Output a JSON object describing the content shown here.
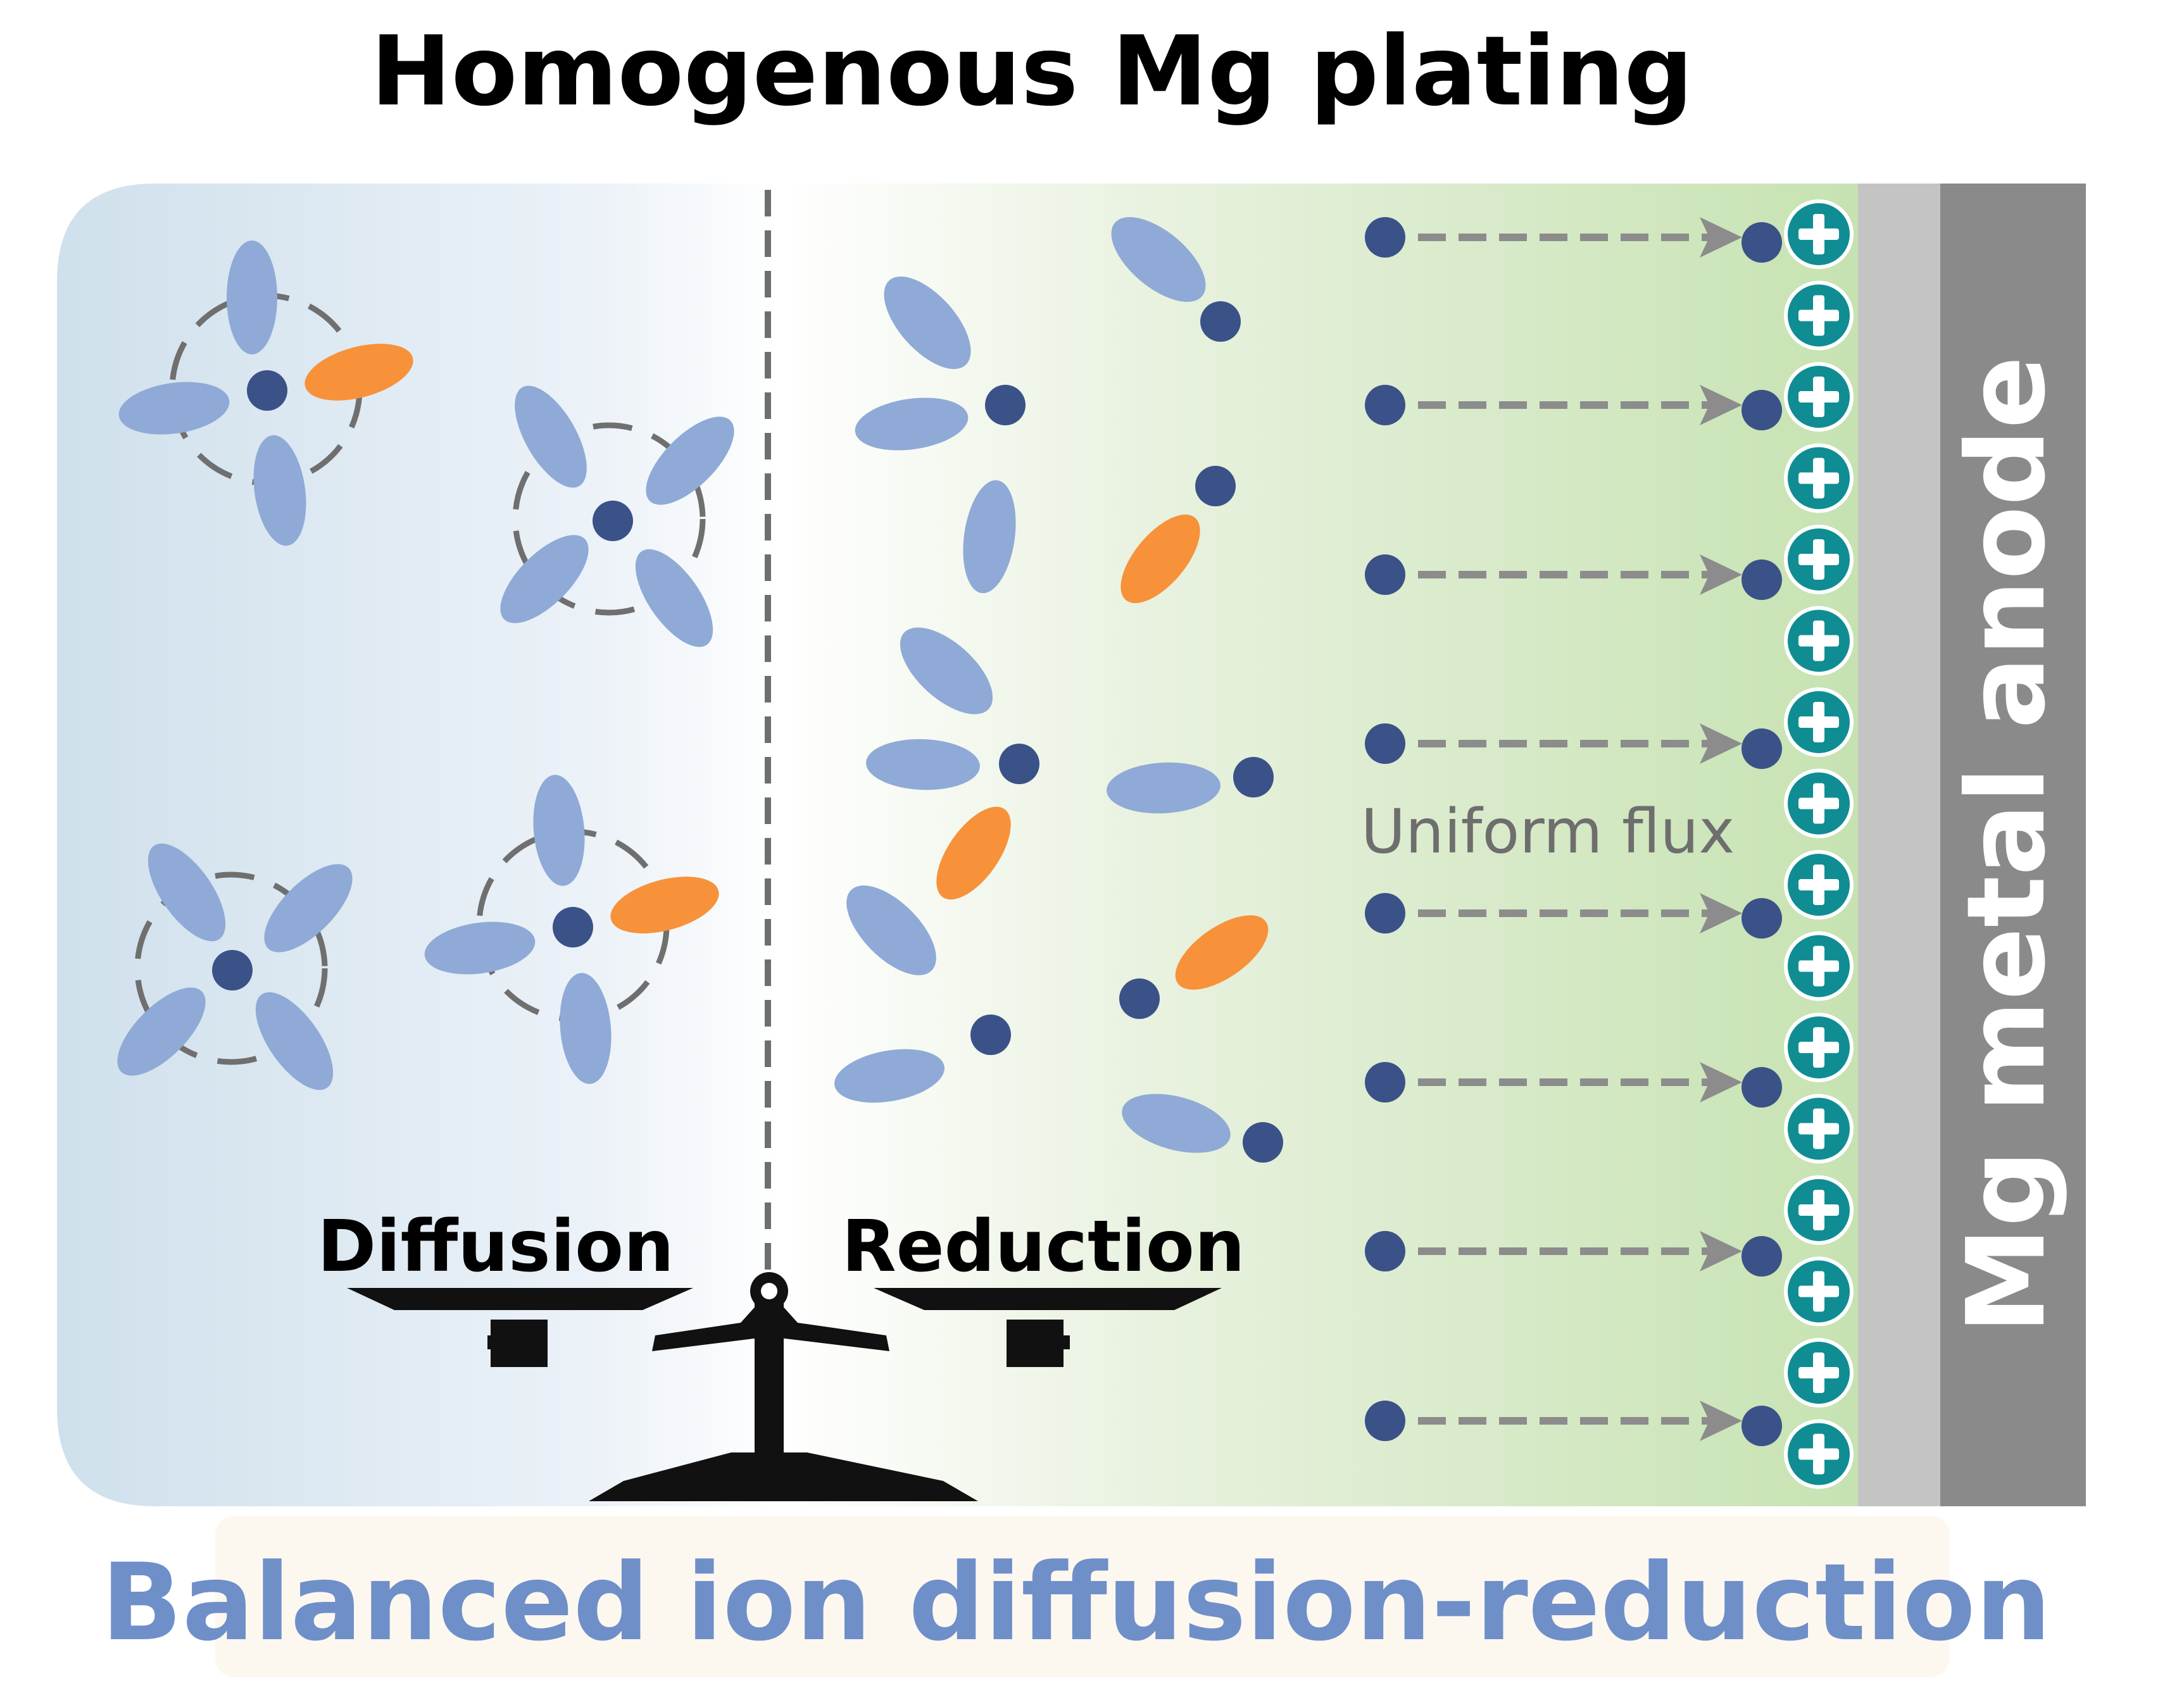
{
  "title": "Homogenous Mg plating",
  "labels": {
    "diffusion": "Diffusion",
    "reduction": "Reduction",
    "uniform_flux": "Uniform flux",
    "anode": "Mg metal anode"
  },
  "caption": "Balanced ion diffusion-reduction",
  "colors": {
    "ion": "#3a5287",
    "solvent": "#8faad6",
    "anion": "#f7923a",
    "plus_charge": "#0f8d93",
    "anode_dark": "#8a8a8a",
    "anode_light": "#c4c4c4",
    "caption_text": "#6f8fc9",
    "flux_arrow": "#8c8c8c"
  }
}
